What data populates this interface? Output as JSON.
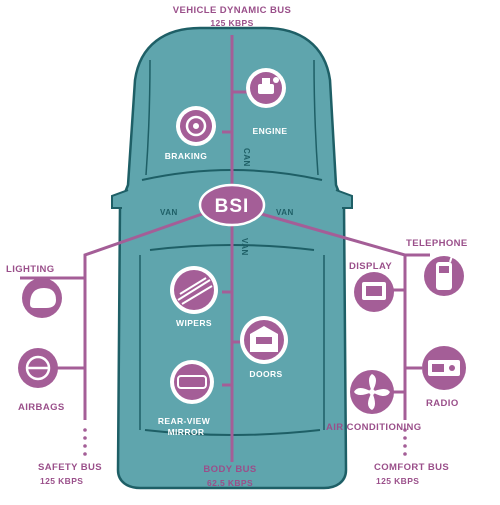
{
  "buses": {
    "vehicle_dynamic": {
      "name": "VEHICLE DYNAMIC BUS",
      "speed": "125 KBPS"
    },
    "safety": {
      "name": "SAFETY BUS",
      "speed": "125 KBPS"
    },
    "body": {
      "name": "BODY BUS",
      "speed": "62.5 KBPS"
    },
    "comfort": {
      "name": "COMFORT BUS",
      "speed": "125 KBPS"
    }
  },
  "hub": {
    "label": "BSI"
  },
  "network_tags": {
    "can": "CAN",
    "van_left": "VAN",
    "van_right": "VAN",
    "van_center": "VAN"
  },
  "modules": {
    "engine": "ENGINE",
    "braking": "BRAKING",
    "wipers": "WIPERS",
    "doors": "DOORS",
    "rear_view_mirror_line1": "REAR-VIEW",
    "rear_view_mirror_line2": "MIRROR",
    "lighting": "LIGHTING",
    "airbags": "AIRBAGS",
    "telephone": "TELEPHONE",
    "display": "DISPLAY",
    "radio": "RADIO",
    "air_conditioning": "AIR CONDITIONING"
  },
  "colors": {
    "car_body": "#5fa5ad",
    "car_outline": "#1e5f66",
    "bus_line": "#a45e97",
    "module_fill": "#a45e97",
    "label_text": "#9a4f8a"
  }
}
